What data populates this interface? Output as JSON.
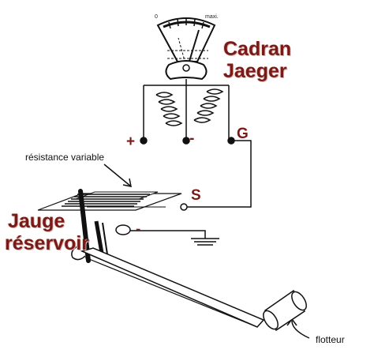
{
  "labels": {
    "gauge_zero": "0",
    "gauge_max": "maxi.",
    "cadran_line1": "Cadran",
    "cadran_line2": "Jaeger",
    "plus": "+",
    "minus_top": "-",
    "g": "G",
    "resistance": "résistance variable",
    "s": "S",
    "jauge_line1": "Jauge",
    "jauge_line2": "réservoir",
    "minus_bottom": "-",
    "flotteur": "flotteur"
  },
  "colors": {
    "label_red": "#7a1a16",
    "line": "#111111"
  }
}
